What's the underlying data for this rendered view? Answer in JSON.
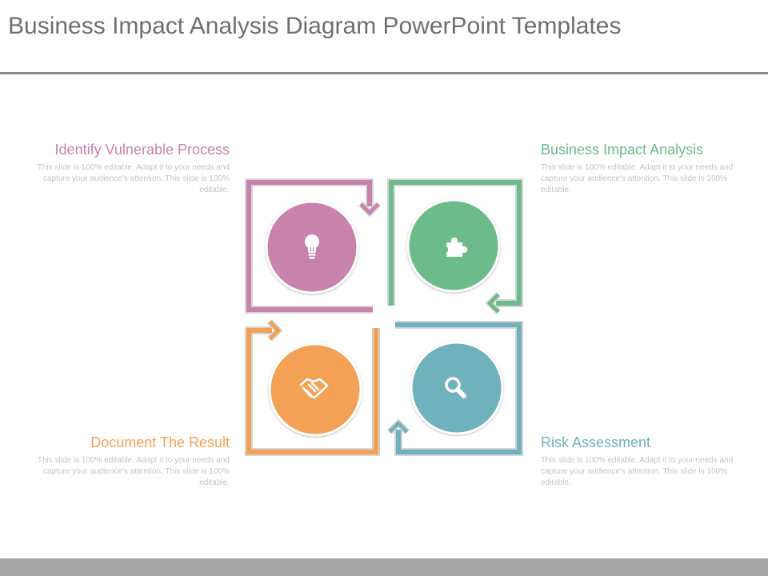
{
  "slide": {
    "title": "Business Impact Analysis Diagram PowerPoint Templates"
  },
  "items": [
    {
      "heading": "Identify Vulnerable Process",
      "body": "This slide is 100% editable. Adapt it to your needs and capture your audience's attention. This slide is 100% editable.",
      "color": "#c882ab",
      "icon": "lightbulb-icon"
    },
    {
      "heading": "Business Impact Analysis",
      "body": "This slide is 100% editable. Adapt it to your needs and capture your audience's attention. This slide is 100% editable.",
      "color": "#6dbb8a",
      "icon": "puzzle-icon"
    },
    {
      "heading": "Document The Result",
      "body": "This slide is 100% editable. Adapt it to your needs and capture your audience's attention. This slide is 100% editable.",
      "color": "#f2a154",
      "icon": "handshake-icon"
    },
    {
      "heading": "Risk Assessment",
      "body": "This slide is 100% editable. Adapt it to your needs and capture your audience's attention. This slide is 100% editable.",
      "color": "#6fb2bb",
      "icon": "magnifier-icon"
    }
  ],
  "colors": {
    "title": "#6f6f6f",
    "rule": "#8a8a8a",
    "body_text": "#c4c4c4",
    "footer": "#a7a7a7"
  }
}
